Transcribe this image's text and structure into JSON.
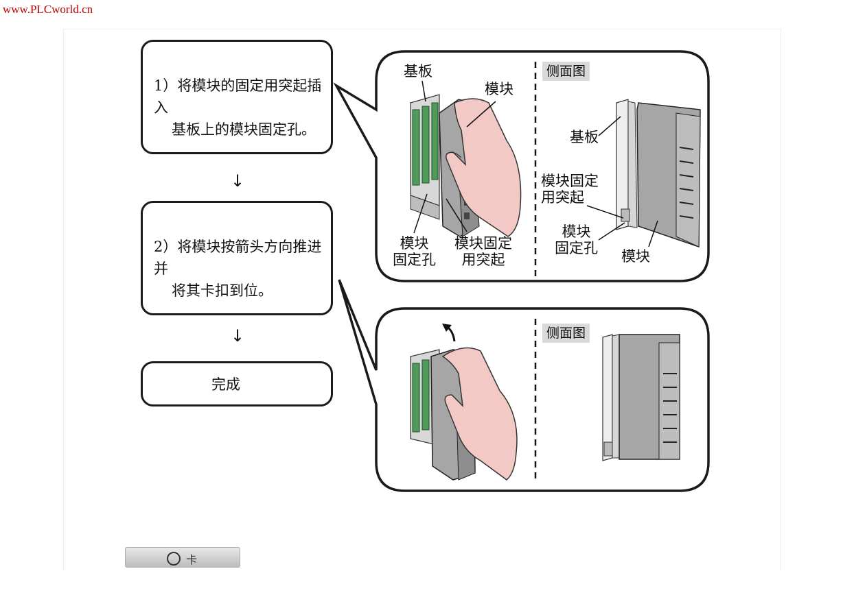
{
  "watermark": "www.PLCworld.cn",
  "steps": [
    {
      "lines": [
        "1）将模块的固定用突起插入",
        "基板上的模块固定孔。"
      ]
    },
    {
      "lines": [
        "2）将模块按箭头方向推进并",
        "将其卡扣到位。"
      ]
    },
    {
      "lines": [
        "完成"
      ]
    }
  ],
  "flow_arrow": "↓",
  "panel1": {
    "labels": {
      "base_board": "基板",
      "module": "模块",
      "fixing_hole_l1": "模块",
      "fixing_hole_l2": "固定孔",
      "fixing_protrusion_l1": "模块固定",
      "fixing_protrusion_l2": "用突起"
    },
    "side_view": {
      "title": "侧面图",
      "base_board": "基板",
      "fixing_protrusion_l1": "模块固定",
      "fixing_protrusion_l2": "用突起",
      "fixing_hole_l1": "模块",
      "fixing_hole_l2": "固定孔",
      "module": "模块"
    }
  },
  "panel2": {
    "side_view": {
      "title": "侧面图"
    }
  },
  "bottom_button": {
    "label": "卡"
  },
  "colors": {
    "watermark": "#c00000",
    "module_gray": "#a6a6a6",
    "hand_skin": "#f2c9c4",
    "board_green": "#4f9a5b",
    "side_tag_bg": "#d9d9d9"
  }
}
